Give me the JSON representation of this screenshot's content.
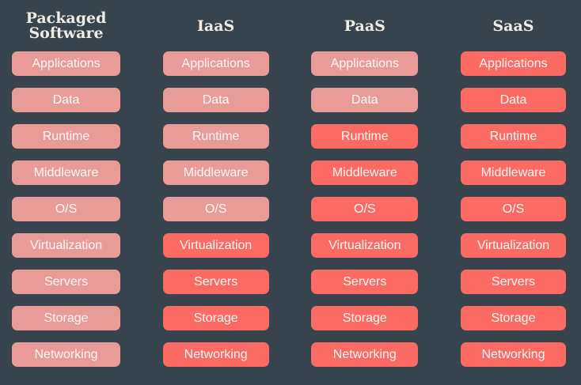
{
  "colors": {
    "background": "#37444D",
    "self_managed_cell": "#E99B97",
    "provider_managed_cell": "#FB6B63",
    "header_text": "#F0ECE4",
    "cell_text": "#FCF8F5"
  },
  "layers": [
    "Applications",
    "Data",
    "Runtime",
    "Middleware",
    "O/S",
    "Virtualization",
    "Servers",
    "Storage",
    "Networking"
  ],
  "columns": [
    {
      "id": "packaged-software",
      "title": "Packaged\nSoftware",
      "cells": [
        {
          "label": "Applications",
          "state": "light"
        },
        {
          "label": "Data",
          "state": "light"
        },
        {
          "label": "Runtime",
          "state": "light"
        },
        {
          "label": "Middleware",
          "state": "light"
        },
        {
          "label": "O/S",
          "state": "light"
        },
        {
          "label": "Virtualization",
          "state": "light"
        },
        {
          "label": "Servers",
          "state": "light"
        },
        {
          "label": "Storage",
          "state": "light"
        },
        {
          "label": "Networking",
          "state": "light"
        }
      ]
    },
    {
      "id": "iaas",
      "title": "IaaS",
      "cells": [
        {
          "label": "Applications",
          "state": "light"
        },
        {
          "label": "Data",
          "state": "light"
        },
        {
          "label": "Runtime",
          "state": "light"
        },
        {
          "label": "Middleware",
          "state": "light"
        },
        {
          "label": "O/S",
          "state": "light"
        },
        {
          "label": "Virtualization",
          "state": "bright"
        },
        {
          "label": "Servers",
          "state": "bright"
        },
        {
          "label": "Storage",
          "state": "bright"
        },
        {
          "label": "Networking",
          "state": "bright"
        }
      ]
    },
    {
      "id": "paas",
      "title": "PaaS",
      "cells": [
        {
          "label": "Applications",
          "state": "light"
        },
        {
          "label": "Data",
          "state": "light"
        },
        {
          "label": "Runtime",
          "state": "bright"
        },
        {
          "label": "Middleware",
          "state": "bright"
        },
        {
          "label": "O/S",
          "state": "bright"
        },
        {
          "label": "Virtualization",
          "state": "bright"
        },
        {
          "label": "Servers",
          "state": "bright"
        },
        {
          "label": "Storage",
          "state": "bright"
        },
        {
          "label": "Networking",
          "state": "bright"
        }
      ]
    },
    {
      "id": "saas",
      "title": "SaaS",
      "cells": [
        {
          "label": "Applications",
          "state": "bright"
        },
        {
          "label": "Data",
          "state": "bright"
        },
        {
          "label": "Runtime",
          "state": "bright"
        },
        {
          "label": "Middleware",
          "state": "bright"
        },
        {
          "label": "O/S",
          "state": "bright"
        },
        {
          "label": "Virtualization",
          "state": "bright"
        },
        {
          "label": "Servers",
          "state": "bright"
        },
        {
          "label": "Storage",
          "state": "bright"
        },
        {
          "label": "Networking",
          "state": "bright"
        }
      ]
    }
  ]
}
